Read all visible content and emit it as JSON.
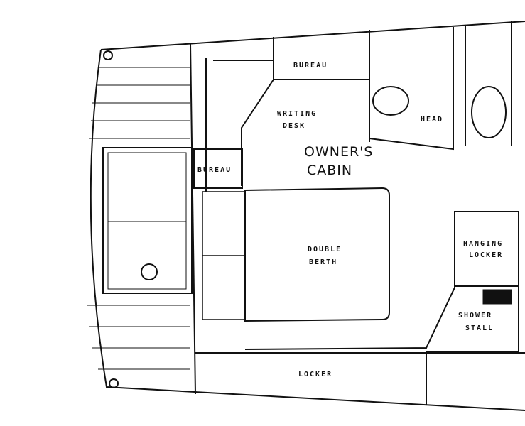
{
  "plan": {
    "labels": {
      "bureau_top": "BUREAU",
      "writing_desk_1": "WRITING",
      "writing_desk_2": "DESK",
      "head": "HEAD",
      "owners_1": "OWNER'S",
      "owners_2": "CABIN",
      "bureau_left": "BUREAU",
      "double_1": "DOUBLE",
      "double_2": "BERTH",
      "hanging_1": "HANGING",
      "hanging_2": "LOCKER",
      "shower_1": "SHOWER",
      "shower_2": "STALL",
      "locker": "LOCKER"
    },
    "ink_color": "#111111",
    "paper_color": "#ffffff"
  }
}
